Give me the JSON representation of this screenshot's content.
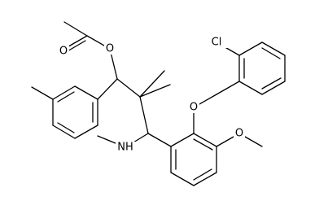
{
  "atom_labels": {
    "carbonyl_oxygen": "O",
    "ester_oxygen": "O",
    "ether_oxygen": "O",
    "methoxy_oxygen": "O",
    "chlorine": "Cl",
    "amine": "NH"
  },
  "colors": {
    "bond": "#000000",
    "background": "#ffffff"
  }
}
